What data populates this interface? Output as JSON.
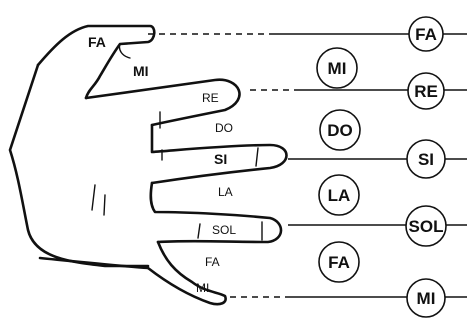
{
  "hand_labels": {
    "thumb_tip": "FA",
    "thumb_base": "MI",
    "index_tip": "RE",
    "index_gap": "DO",
    "middle_tip": "SI",
    "middle_gap": "LA",
    "ring_tip": "SOL",
    "ring_gap": "FA",
    "pinky_tip": "MI"
  },
  "line_notes": [
    "FA",
    "RE",
    "SI",
    "SOL",
    "MI"
  ],
  "space_notes": [
    "MI",
    "DO",
    "LA",
    "FA"
  ]
}
